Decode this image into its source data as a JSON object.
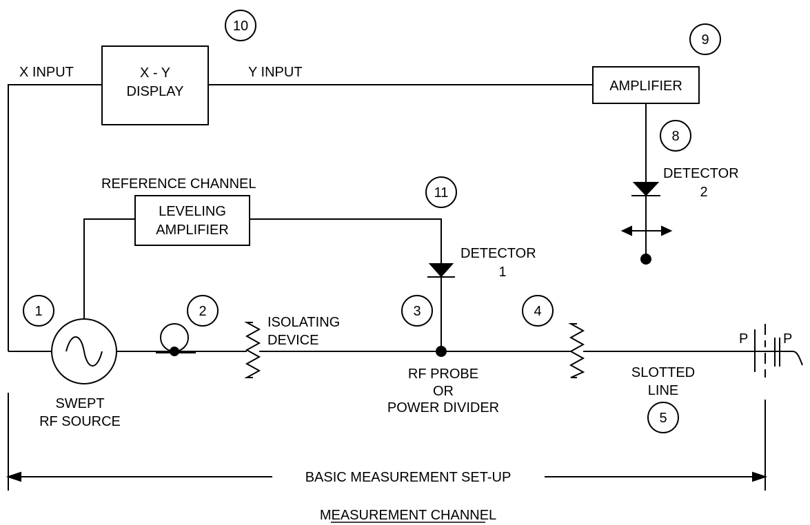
{
  "blocks": {
    "xy_display": [
      "X - Y",
      "DISPLAY"
    ],
    "amplifier": [
      "AMPLIFIER"
    ],
    "leveling_amplifier": [
      "LEVELING",
      "AMPLIFIER"
    ]
  },
  "labels": {
    "x_input": "X INPUT",
    "y_input": "Y INPUT",
    "reference_channel": "REFERENCE CHANNEL",
    "detector1": [
      "DETECTOR",
      "1"
    ],
    "detector2": [
      "DETECTOR",
      "2"
    ],
    "isolating_device": [
      "ISOLATING",
      "DEVICE"
    ],
    "rf_probe": [
      "RF PROBE",
      "OR",
      "POWER DIVIDER"
    ],
    "swept_source": [
      "SWEPT",
      "RF SOURCE"
    ],
    "slotted_line": [
      "SLOTTED",
      "LINE"
    ],
    "port_p1": "P",
    "port_p2": "P",
    "basic_setup": "BASIC MEASUREMENT SET-UP",
    "measurement_channel": "MEASUREMENT CHANNEL"
  },
  "callouts": {
    "n1": "1",
    "n2": "2",
    "n3": "3",
    "n4": "4",
    "n5": "5",
    "n8": "8",
    "n9": "9",
    "n10": "10",
    "n11": "11"
  }
}
